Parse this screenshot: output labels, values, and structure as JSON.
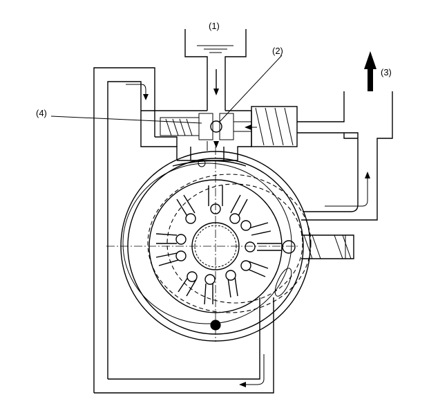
{
  "labels": {
    "label_1": "(1)",
    "label_2": "(2)",
    "label_3": "(3)",
    "label_4": "(4)"
  },
  "colors": {
    "stroke": "#000000",
    "background": "#ffffff"
  }
}
